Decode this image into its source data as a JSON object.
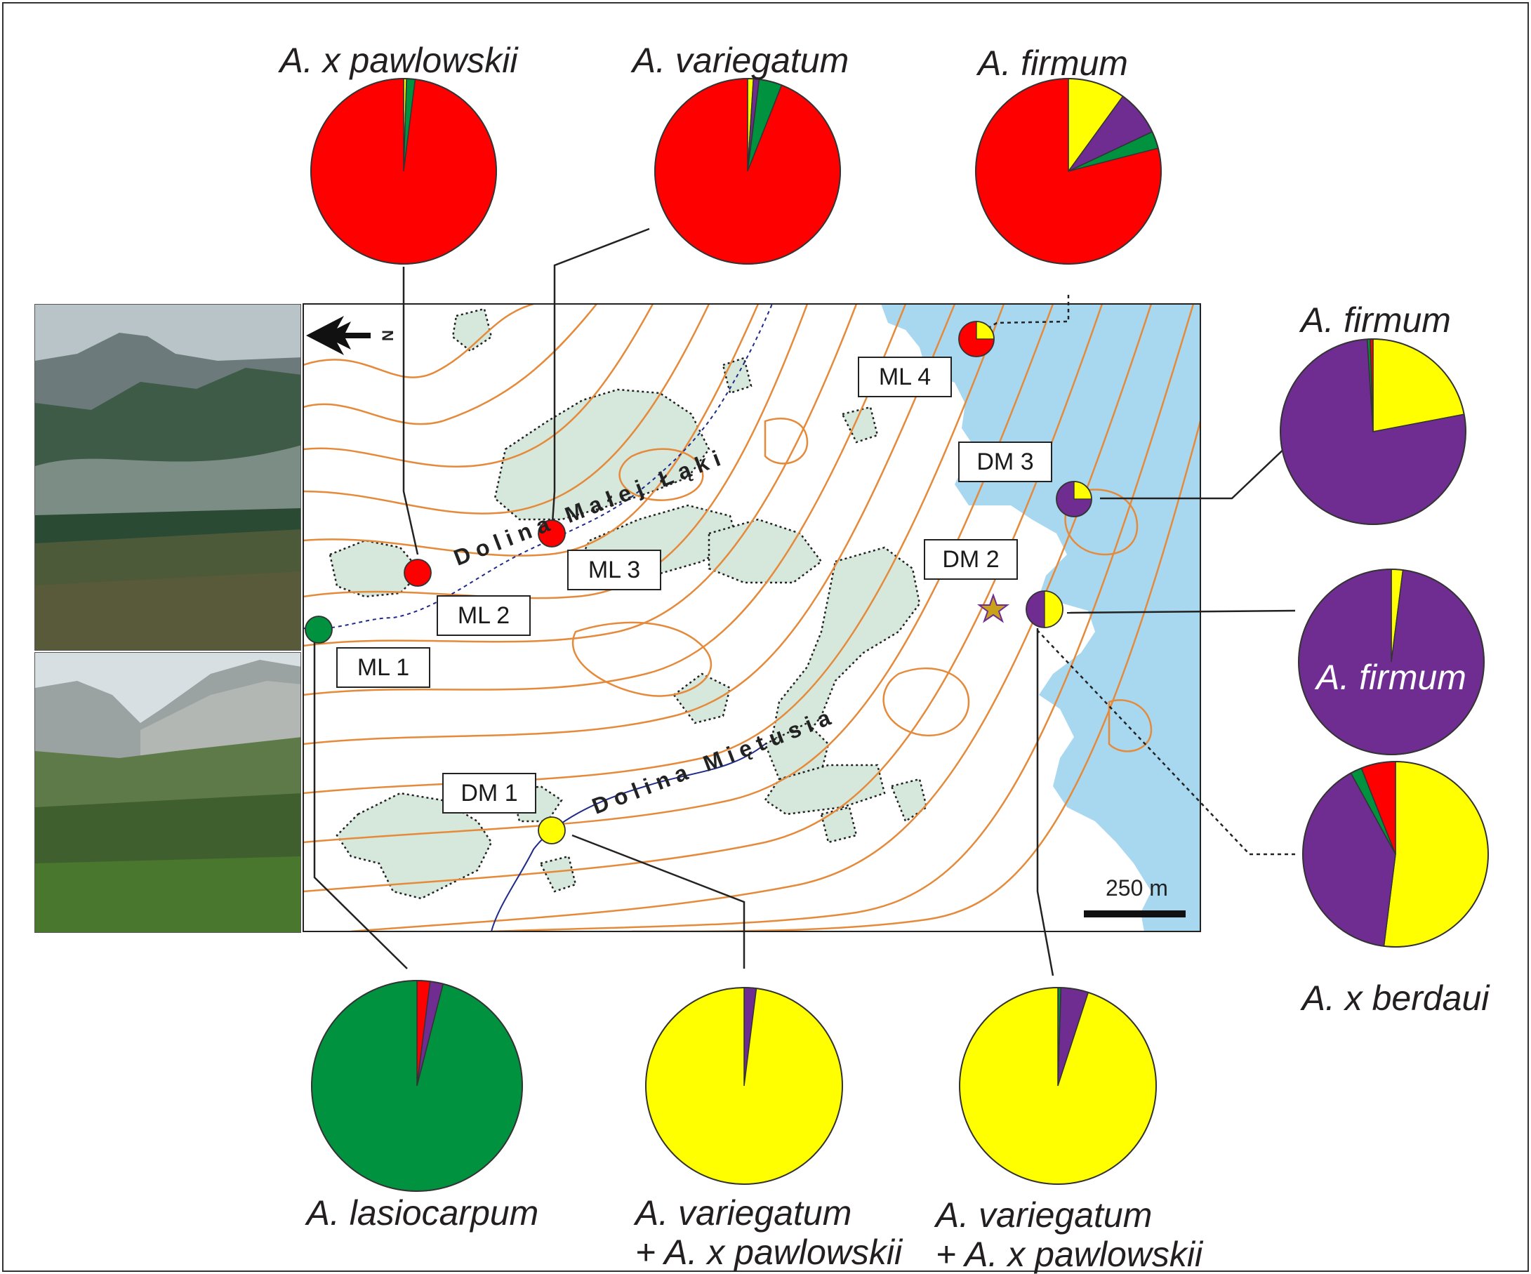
{
  "colors": {
    "red": "#ff0000",
    "green": "#00923f",
    "yellow": "#ffff00",
    "purple": "#6f2c91",
    "limestone": "#a8d8f0",
    "forest": "#d6e8dc",
    "contour": "#e58a3a",
    "stream": "#1f2a8a"
  },
  "pie_titles": {
    "pawlowskii": "A. x pawlowskii",
    "variegatum_top": "A. variegatum",
    "firmum_top": "A. firmum",
    "firmum_right": "A. firmum",
    "firmum_inner": "A. firmum",
    "berdaui": "A. x berdaui",
    "lasiocarpum": "A. lasiocarpum",
    "mix1_line1": "A. variegatum",
    "mix1_line2": "+ A. x pawlowskii",
    "mix2_line1": "A. variegatum",
    "mix2_line2": "+ A. x pawlowskii"
  },
  "sites": {
    "ml1": "ML 1",
    "ml2": "ML 2",
    "ml3": "ML 3",
    "ml4": "ML 4",
    "dm1": "DM 1",
    "dm2": "DM 2",
    "dm3": "DM 3"
  },
  "valleys": {
    "mala_laka": "Dolina Małej Łąki",
    "mietusia": "Dolina Miętusia"
  },
  "north_label": "N",
  "scale_label": "250 m",
  "pie_data": {
    "pawlowskii": [
      {
        "c": "yellow",
        "v": 0.5
      },
      {
        "c": "green",
        "v": 1.5
      },
      {
        "c": "red",
        "v": 98
      }
    ],
    "variegatum": [
      {
        "c": "yellow",
        "v": 1
      },
      {
        "c": "purple",
        "v": 1
      },
      {
        "c": "green",
        "v": 4
      },
      {
        "c": "red",
        "v": 94
      }
    ],
    "firmum_top": [
      {
        "c": "yellow",
        "v": 10
      },
      {
        "c": "purple",
        "v": 8
      },
      {
        "c": "green",
        "v": 3
      },
      {
        "c": "red",
        "v": 79
      }
    ],
    "firmum_dm3": [
      {
        "c": "yellow",
        "v": 22
      },
      {
        "c": "purple",
        "v": 77
      },
      {
        "c": "green",
        "v": 0.5
      },
      {
        "c": "red",
        "v": 0.5
      }
    ],
    "firmum_dm2": [
      {
        "c": "yellow",
        "v": 2
      },
      {
        "c": "purple",
        "v": 98
      }
    ],
    "berdaui": [
      {
        "c": "yellow",
        "v": 52
      },
      {
        "c": "purple",
        "v": 40
      },
      {
        "c": "green",
        "v": 2
      },
      {
        "c": "red",
        "v": 6
      }
    ],
    "lasiocarpum": [
      {
        "c": "red",
        "v": 2
      },
      {
        "c": "purple",
        "v": 2
      },
      {
        "c": "green",
        "v": 96
      }
    ],
    "mix1": [
      {
        "c": "purple",
        "v": 2
      },
      {
        "c": "yellow",
        "v": 98
      }
    ],
    "mix2": [
      {
        "c": "green",
        "v": 0.5
      },
      {
        "c": "purple",
        "v": 4.5
      },
      {
        "c": "yellow",
        "v": 95
      }
    ]
  },
  "site_markers": {
    "ml1": [
      {
        "c": "green",
        "v": 100
      }
    ],
    "ml2": [
      {
        "c": "red",
        "v": 100
      }
    ],
    "ml3": [
      {
        "c": "red",
        "v": 100
      }
    ],
    "ml4": [
      {
        "c": "yellow",
        "v": 25
      },
      {
        "c": "red",
        "v": 75
      }
    ],
    "dm1": [
      {
        "c": "yellow",
        "v": 100
      }
    ],
    "dm2": [
      {
        "c": "yellow",
        "v": 50
      },
      {
        "c": "purple",
        "v": 50
      }
    ],
    "dm3": [
      {
        "c": "yellow",
        "v": 25
      },
      {
        "c": "purple",
        "v": 75
      }
    ]
  }
}
